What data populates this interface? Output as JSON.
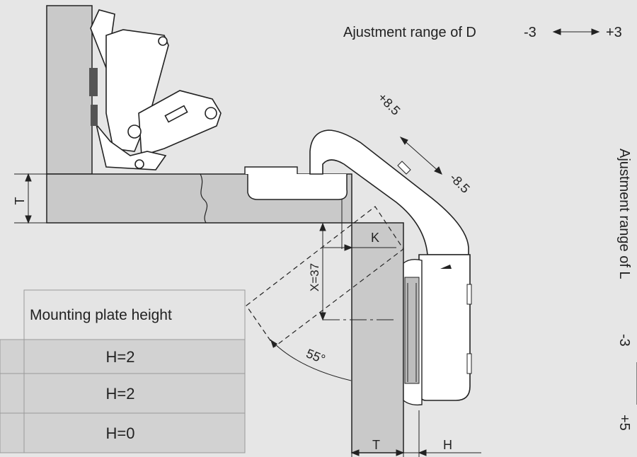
{
  "adjustment_d": {
    "label": "Ajustment range of D",
    "min": "-3",
    "max": "+3"
  },
  "adjustment_l": {
    "label": "Ajustment range of L",
    "min": "-3",
    "max": "+5"
  },
  "depth_adjust": {
    "plus": "+8.5",
    "minus": "-8.5"
  },
  "dimensions": {
    "thickness_top": "T",
    "thickness_side": "T",
    "gap": "K",
    "x_value": "X=37",
    "height": "H",
    "angle": "55°"
  },
  "table": {
    "header": "Mounting plate height",
    "rows": [
      "H=2",
      "H=2",
      "H=0"
    ]
  },
  "colors": {
    "background": "#e6e6e6",
    "panel": "#c9c9c9",
    "table_header": "#e4e4e4",
    "table_row": "#d2d2d2",
    "hinge": "#ffffff",
    "line": "#222222"
  }
}
